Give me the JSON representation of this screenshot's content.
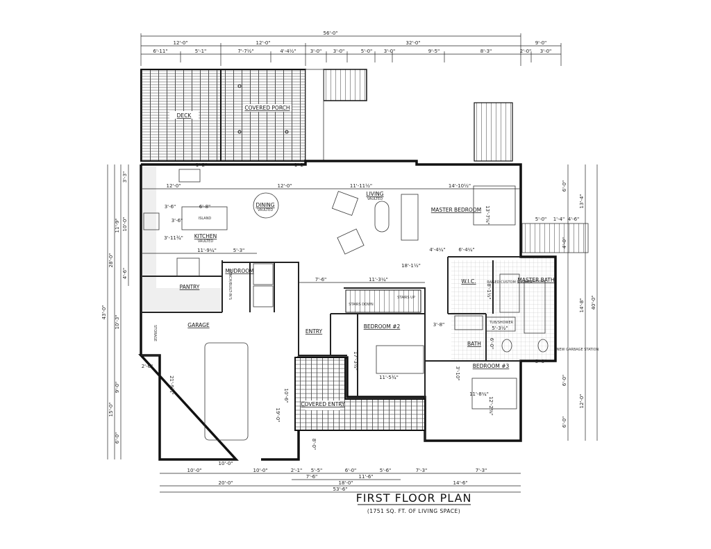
{
  "title": "FIRST FLOOR PLAN",
  "subtitle": "(1751 SQ. FT. OF LIVING SPACE)",
  "rooms": {
    "deck": "DECK",
    "covered_porch": "COVERED PORCH",
    "dining": "DINING",
    "dining_sub": "VAULTED",
    "living": "LIVING",
    "living_sub": "VAULTED",
    "kitchen": "KITCHEN",
    "kitchen_sub": "VAULTED",
    "island": "ISLAND",
    "pantry": "PANTRY",
    "mudroom": "MUDROOM",
    "bench": "BENCH/BUILT-IN'S",
    "garage": "GARAGE",
    "storage": "STORAGE",
    "entry": "ENTRY",
    "bedroom2": "BEDROOM #2",
    "covered_entry": "COVERED ENTRY",
    "stairs_down": "STAIRS DOWN",
    "stairs_up": "STAIRS UP",
    "master_bedroom": "MASTER BEDROOM",
    "wic": "W.I.C.",
    "master_bath": "MASTER BATH",
    "custom_shower": "RAISED CUSTOM SHOWER",
    "tub_shower": "TUB/SHOWER",
    "bath": "BATH",
    "bedroom3": "BEDROOM #3",
    "garbage": "NEW GARBAGE STATION"
  },
  "dims_top": {
    "overall": "56'-0\"",
    "row2": [
      "12'-0\"",
      "12'-0\"",
      "32'-0\"",
      "9'-0\""
    ],
    "row3": [
      "6'-11\"",
      "5'-1\"",
      "7'-7½\"",
      "4'-4½\"",
      "3'-0\"",
      "3'-0\"",
      "5'-0\"",
      "3'-0\"",
      "9'-5\"",
      "8'-3\"",
      "2'-0\"",
      "3'-0\""
    ]
  },
  "dims_bottom": {
    "row1": [
      "10'-0\"",
      "10'-0\"",
      "2'-1\"",
      "5'-5\"",
      "6'-0\"",
      "5'-6\"",
      "7'-3\"",
      "7'-3\""
    ],
    "row2": [
      "7'-6\"",
      "11'-6\""
    ],
    "row3": [
      "20'-0\"",
      "18'-0\"",
      "14'-6\""
    ],
    "overall": "53'-6\"",
    "garage_door": "10'-0\""
  },
  "dims_left": {
    "overall": "43'-0\"",
    "mid": [
      "28'-0\"",
      "15'-0\""
    ],
    "inner": [
      "11'-9\"",
      "10'-3\"",
      "9'-0\"",
      "6'-0\""
    ],
    "outer": [
      "3'-3\"",
      "10'-0\"",
      "4'-6\""
    ],
    "notch": "2'-6\""
  },
  "dims_right": {
    "overall": "40'-0\"",
    "mid": [
      "13'-4\"",
      "14'-8\"",
      "12'-0\""
    ],
    "inner": [
      "6'-0\"",
      "4'-0\"",
      "6'-0\"",
      "6'-0\""
    ],
    "bump": [
      "5'-0\"",
      "4'-6\"",
      "5'-0\"",
      "1'-4\""
    ]
  },
  "dims_interior": {
    "kitchen_w": "12'-0\"",
    "dining_w": "12'-0\"",
    "living_w": "11'-11½\"",
    "master_w": "14'-10½\"",
    "island_a": "3'-6\"",
    "island_w": "6'-8\"",
    "island_d": "3'-6\"",
    "kitchen_b": "3'-11¾\"",
    "kitchen_l": "11'-9¼\"",
    "mud_w": "5'-3\"",
    "hall_a": "7'-6\"",
    "hall_b": "11'-3¼\"",
    "living_d": "18'-1½\"",
    "garage_d": "21'-9¾\"",
    "garage_r": "19'-0\"",
    "entry_d": "10'-6\"",
    "bed2_d": "17'-3½\"",
    "bed2_w": "11'-5¾\"",
    "master_d": "13'-7⅝\"",
    "closet_a": "4'-4¼\"",
    "closet_b": "6'-4¼\"",
    "wic_d": "8'-1½\"",
    "bath_a": "3'-8\"",
    "tub": "5'-3½\"",
    "bath_d": "6'-0\"",
    "bed3_a": "3'-10\"",
    "bed3_w": "11'-8¼\"",
    "bed3_d": "12'-2⅜\"",
    "porch_a": "1'-2\"",
    "porch_b": "1'-2\"",
    "entry_b": "8'-0\""
  }
}
